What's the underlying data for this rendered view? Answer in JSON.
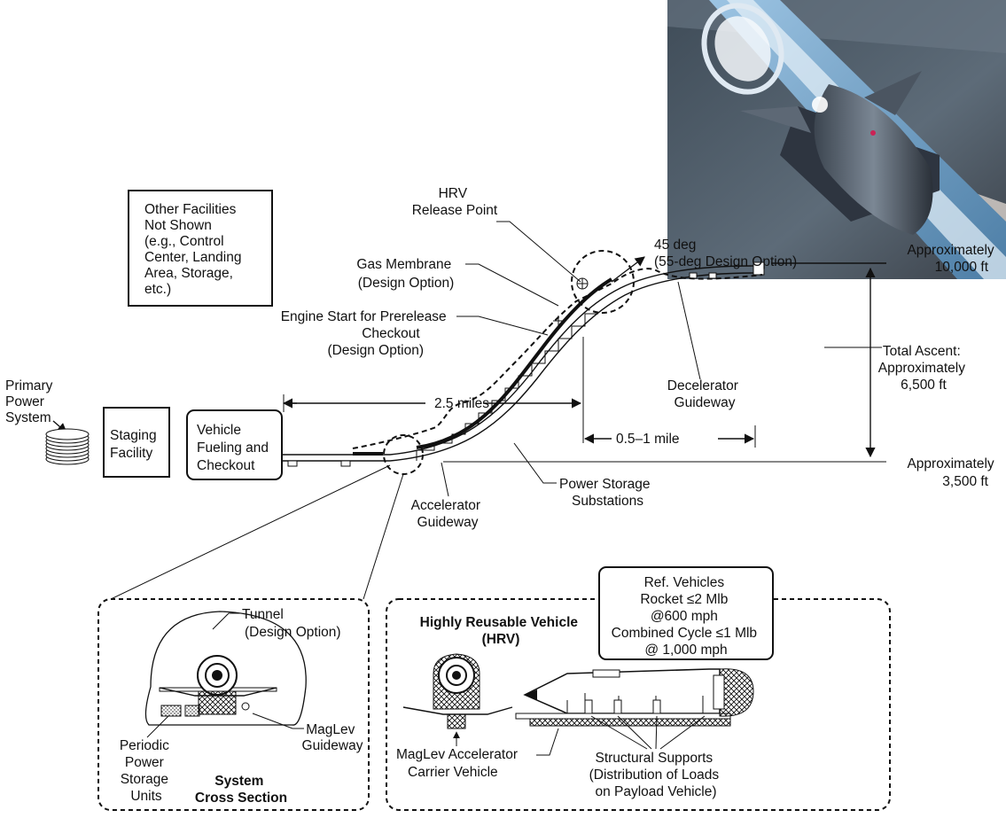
{
  "labels": {
    "other_facilities": [
      "Other Facilities",
      "Not Shown",
      "(e.g., Control",
      "Center, Landing",
      "Area, Storage,",
      "etc.)"
    ],
    "primary_power": [
      "Primary",
      "Power",
      "System"
    ],
    "staging_facility": [
      "Staging",
      "Facility"
    ],
    "vehicle_fueling": [
      "Vehicle",
      "Fueling and",
      "Checkout"
    ],
    "distance_main": "2.5 miles",
    "hrv_release": [
      "HRV",
      "Release Point"
    ],
    "gas_membrane": [
      "Gas Membrane",
      "(Design Option)"
    ],
    "engine_start": [
      "Engine Start for Prerelease",
      "Checkout",
      "(Design Option)"
    ],
    "angle": [
      "45 deg",
      "(55-deg Design Option)"
    ],
    "alt_high": [
      "Approximately",
      "10,000 ft"
    ],
    "total_ascent": [
      "Total Ascent:",
      "Approximately",
      "6,500 ft"
    ],
    "alt_low": [
      "Approximately",
      "3,500 ft"
    ],
    "decelerator": [
      "Decelerator",
      "Guideway"
    ],
    "distance_decel": "0.5–1 mile",
    "power_storage": [
      "Power Storage",
      "Substations"
    ],
    "accelerator": [
      "Accelerator",
      "Guideway"
    ],
    "tunnel": [
      "Tunnel",
      "(Design Option)"
    ],
    "periodic_power": [
      "Periodic",
      "Power",
      "Storage",
      "Units"
    ],
    "maglev_guideway": [
      "MagLev",
      "Guideway"
    ],
    "system_cross": [
      "System",
      "Cross Section"
    ],
    "hrv_title": [
      "Highly Reusable Vehicle",
      "(HRV)"
    ],
    "ref_vehicles": [
      "Ref. Vehicles",
      "Rocket ≤2 Mlb",
      "@600 mph",
      "Combined Cycle ≤1 Mlb",
      "@ 1,000 mph"
    ],
    "maglev_carrier": [
      "MagLev Accelerator",
      "Carrier Vehicle"
    ],
    "structural_supports": [
      "Structural Supports",
      "(Distribution of Loads",
      "on Payload Vehicle)"
    ]
  },
  "colors": {
    "line": "#111111",
    "sky_top": "#5a6a78",
    "tunnel_blue": "#7fb0d6",
    "rock": "#4a4f55"
  },
  "image": {
    "subject": "artist rendering of HRV vehicle on maglev guideway leaving tunnel"
  }
}
